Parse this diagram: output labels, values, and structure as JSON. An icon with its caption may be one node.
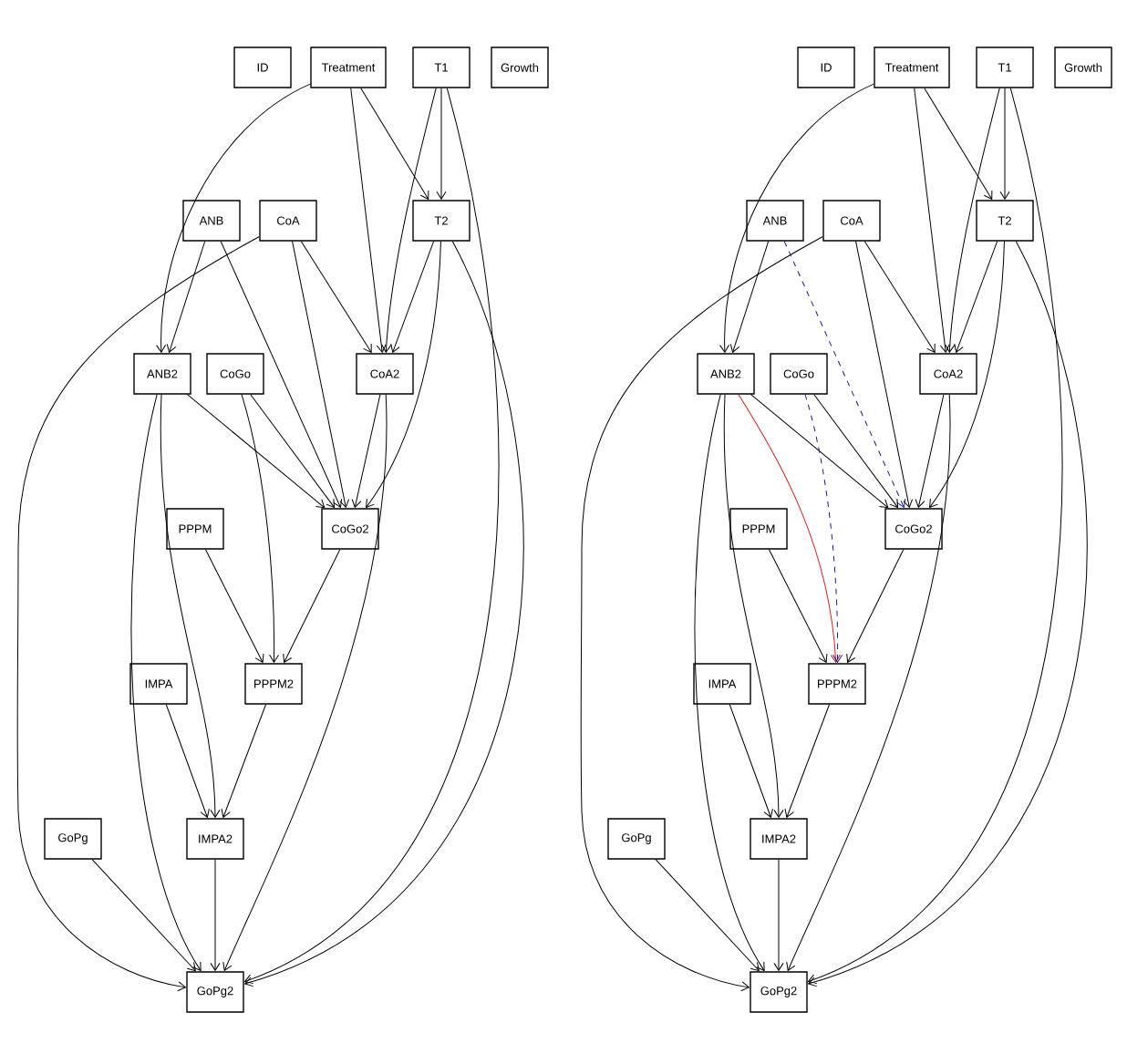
{
  "diagram": {
    "nodes": [
      {
        "text": [
          "ID"
        ]
      },
      {
        "text": [
          "Treatment"
        ]
      },
      {
        "text": [
          "T1"
        ]
      },
      {
        "text": [
          "Growth"
        ]
      },
      {
        "text": [
          "ANB"
        ]
      },
      {
        "text": [
          "CoA"
        ]
      },
      {
        "text": [
          "T2"
        ]
      },
      {
        "text": [
          "ANB2"
        ]
      },
      {
        "text": [
          "CoGo"
        ]
      },
      {
        "text": [
          "CoA2"
        ]
      },
      {
        "text": [
          "PPPM"
        ]
      },
      {
        "text": [
          "CoGo2"
        ]
      },
      {
        "text": [
          "IMPA"
        ]
      },
      {
        "text": [
          "PPPM2"
        ]
      },
      {
        "text": [
          "GoPg"
        ]
      },
      {
        "text": [
          "IMPA2"
        ]
      },
      {
        "text": [
          "GoPg2"
        ]
      },
      {
        "text": [
          "ID"
        ]
      },
      {
        "text": [
          "Treatment"
        ]
      },
      {
        "text": [
          "T1"
        ]
      },
      {
        "text": [
          "Growth"
        ]
      },
      {
        "text": [
          "ANB"
        ]
      },
      {
        "text": [
          "CoA"
        ]
      },
      {
        "text": [
          "T2"
        ]
      },
      {
        "text": [
          "ANB2"
        ]
      },
      {
        "text": [
          "CoGo"
        ]
      },
      {
        "text": [
          "CoA2"
        ]
      },
      {
        "text": [
          "PPPM"
        ]
      },
      {
        "text": [
          "CoGo2"
        ]
      },
      {
        "text": [
          "IMPA"
        ]
      },
      {
        "text": [
          "PPPM2"
        ]
      },
      {
        "text": [
          "GoPg"
        ]
      },
      {
        "text": [
          "IMPA2"
        ]
      },
      {
        "text": [
          "GoPg2"
        ]
      }
    ],
    "edges": [
      {
        "from": 1,
        "to": 7,
        "arrow": "to"
      },
      {
        "from": 1,
        "to": 9,
        "arrow": "to"
      },
      {
        "from": 1,
        "to": 6,
        "arrow": "to"
      },
      {
        "from": 2,
        "to": 6,
        "arrow": "to"
      },
      {
        "from": 2,
        "to": 9,
        "arrow": "to"
      },
      {
        "from": 2,
        "to": 16,
        "arrow": "to"
      },
      {
        "from": 4,
        "to": 7,
        "arrow": "to"
      },
      {
        "from": 4,
        "to": 11,
        "arrow": "to"
      },
      {
        "from": 5,
        "to": 16,
        "arrow": "to"
      },
      {
        "from": 5,
        "to": 9,
        "arrow": "to"
      },
      {
        "from": 5,
        "to": 11,
        "arrow": "to"
      },
      {
        "from": 6,
        "to": 9,
        "arrow": "to"
      },
      {
        "from": 6,
        "to": 11,
        "arrow": "to"
      },
      {
        "from": 6,
        "to": 16,
        "arrow": "to"
      },
      {
        "from": 7,
        "to": 11,
        "arrow": "to"
      },
      {
        "from": 7,
        "to": 16,
        "arrow": "to"
      },
      {
        "from": 7,
        "to": 15,
        "arrow": "to"
      },
      {
        "from": 8,
        "to": 11,
        "arrow": "to"
      },
      {
        "from": 8,
        "to": 13,
        "arrow": "to"
      },
      {
        "from": 9,
        "to": 11,
        "arrow": "to"
      },
      {
        "from": 9,
        "to": 16,
        "arrow": "to"
      },
      {
        "from": 10,
        "to": 13,
        "arrow": "to"
      },
      {
        "from": 11,
        "to": 13,
        "arrow": "to"
      },
      {
        "from": 12,
        "to": 15,
        "arrow": "to"
      },
      {
        "from": 13,
        "to": 15,
        "arrow": "to"
      },
      {
        "from": 14,
        "to": 16,
        "arrow": "to"
      },
      {
        "from": 15,
        "to": 16,
        "arrow": "to"
      },
      {
        "from": 18,
        "to": 24,
        "arrow": "to"
      },
      {
        "from": 18,
        "to": 26,
        "arrow": "to"
      },
      {
        "from": 18,
        "to": 23,
        "arrow": "to"
      },
      {
        "from": 19,
        "to": 23,
        "arrow": "to"
      },
      {
        "from": 19,
        "to": 26,
        "arrow": "to"
      },
      {
        "from": 19,
        "to": 33,
        "arrow": "to"
      },
      {
        "from": 21,
        "to": 24,
        "arrow": "to"
      },
      {
        "from": 21,
        "to": 28,
        "arrow": "to",
        "style": "dashed",
        "color": "#1a1a8c"
      },
      {
        "from": 22,
        "to": 33,
        "arrow": "to"
      },
      {
        "from": 22,
        "to": 26,
        "arrow": "to"
      },
      {
        "from": 22,
        "to": 28,
        "arrow": "to"
      },
      {
        "from": 23,
        "to": 26,
        "arrow": "to"
      },
      {
        "from": 23,
        "to": 28,
        "arrow": "to"
      },
      {
        "from": 23,
        "to": 33,
        "arrow": "to"
      },
      {
        "from": 24,
        "to": 28,
        "arrow": "to"
      },
      {
        "from": 24,
        "to": 33,
        "arrow": "to"
      },
      {
        "from": 24,
        "to": 32,
        "arrow": "to"
      },
      {
        "from": 24,
        "to": 30,
        "arrow": "to",
        "color": "#d42020"
      },
      {
        "from": 25,
        "to": 28,
        "arrow": "to"
      },
      {
        "from": 25,
        "to": 30,
        "arrow": "to",
        "style": "dashed",
        "color": "#1a1a8c"
      },
      {
        "from": 26,
        "to": 28,
        "arrow": "to"
      },
      {
        "from": 26,
        "to": 33,
        "arrow": "to"
      },
      {
        "from": 27,
        "to": 30,
        "arrow": "to"
      },
      {
        "from": 28,
        "to": 30,
        "arrow": "to"
      },
      {
        "from": 29,
        "to": 32,
        "arrow": "to"
      },
      {
        "from": 30,
        "to": 32,
        "arrow": "to"
      },
      {
        "from": 31,
        "to": 33,
        "arrow": "to"
      },
      {
        "from": 32,
        "to": 33,
        "arrow": "to"
      }
    ]
  }
}
